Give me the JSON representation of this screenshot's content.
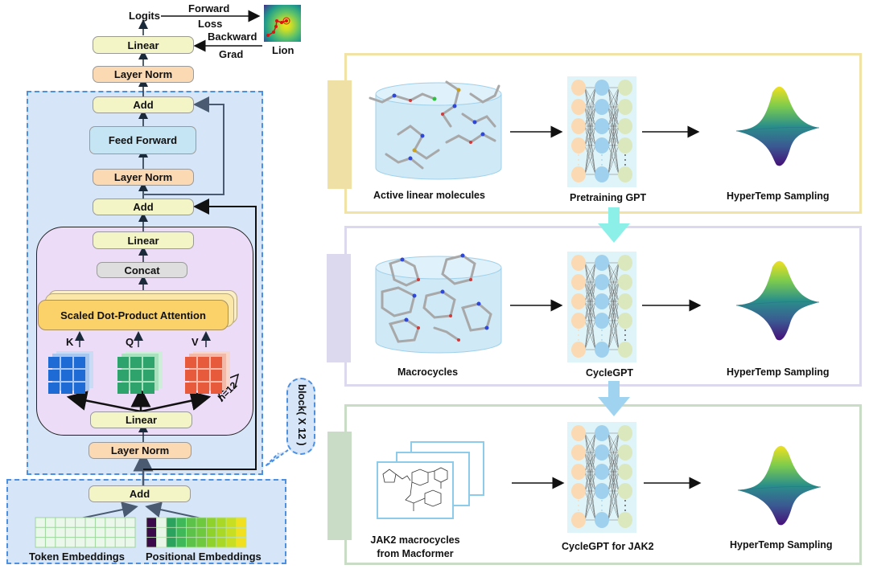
{
  "transformer": {
    "top": {
      "logits": "Logits",
      "forward": "Forward",
      "loss": "Loss",
      "backward": "Backward",
      "grad": "Grad",
      "optimizer": "Lion",
      "linear": "Linear",
      "layer_norm": "Layer Norm"
    },
    "block": {
      "add_top": "Add",
      "feed_forward": "Feed Forward",
      "layer_norm_mid": "Layer Norm",
      "add_mid": "Add",
      "attention": {
        "linear_out": "Linear",
        "concat": "Concat",
        "sdpa": "Scaled Dot-Product Attention",
        "k": "K",
        "q": "Q",
        "v": "V",
        "heads": "h=12",
        "linear_in": "Linear"
      },
      "layer_norm_bottom": "Layer Norm",
      "repeat_label": "block( X 12 )"
    },
    "embedding": {
      "add": "Add",
      "token": "Token Embeddings",
      "positional": "Positional Embeddings",
      "positional_colors": [
        "#3b0a4a",
        "#e8f5e8",
        "#2ca25f",
        "#3fb85a",
        "#5cc24a",
        "#6fc93e",
        "#8fd22c",
        "#a9d926",
        "#c8de22",
        "#f0e020"
      ]
    }
  },
  "pipeline": {
    "stages": [
      {
        "input_label": "Active linear molecules",
        "model_label": "Pretraining GPT",
        "sampling_label": "HyperTemp Sampling",
        "frame_color": "#f1e2a6",
        "tab_color": "#efe0a6"
      },
      {
        "input_label": "Macrocycles",
        "model_label": "CycleGPT",
        "sampling_label": "HyperTemp Sampling",
        "frame_color": "#dcd9ee",
        "tab_color": "#dcd9ee"
      },
      {
        "input_label_line1": "JAK2 macrocycles",
        "input_label_line2": "from Macformer",
        "model_label": "CycleGPT for JAK2",
        "sampling_label": "HyperTemp Sampling",
        "frame_color": "#c9dcc6",
        "tab_color": "#c9dcc6"
      }
    ],
    "transfer_arrow_colors": [
      "#8cefe8",
      "#9fd3ef"
    ]
  }
}
